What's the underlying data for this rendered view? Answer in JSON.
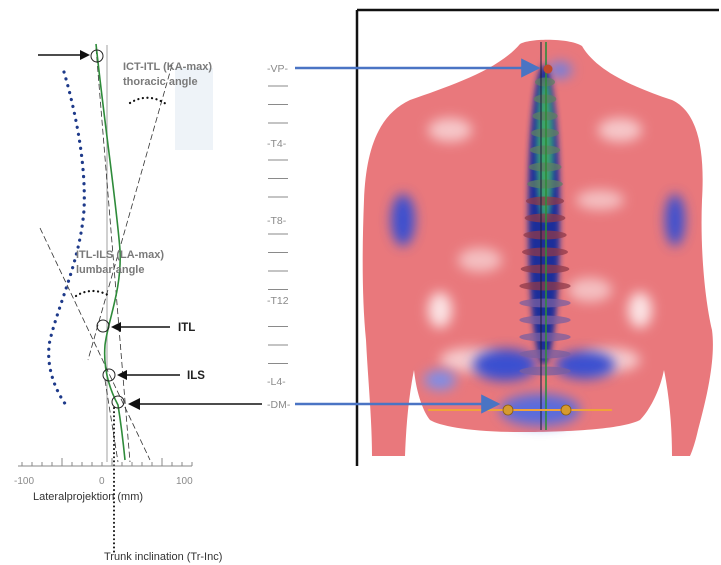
{
  "colors": {
    "curve_green": "#2e8b3a",
    "dot_blue": "#1e3a8a",
    "arrow_blue": "#4a74c4",
    "heat_red": "#e8767a",
    "heat_blue": "#2a3fbf",
    "label_gray": "#7a7a7a"
  },
  "profile": {
    "labels": {
      "thoracic_line1": "ICT-ITL (KA-max)",
      "thoracic_line2": "thoracic angle",
      "lumbar_line1": "ITL-ILS (LA-max)",
      "lumbar_line2": "lumbar angle",
      "itl": "ITL",
      "ils": "ILS",
      "trunk_inclination": "Trunk inclination (Tr-Inc)"
    },
    "axis": {
      "ticks": [
        "-100",
        "0",
        "100"
      ],
      "title": "Lateralprojektion (mm)"
    }
  },
  "vertebra_scale": {
    "labels": [
      "-VP-",
      "-T4-",
      "-T8-",
      "-T12",
      "-L4-",
      "-DM-"
    ]
  },
  "back_image": {
    "icons": [
      "spine-model-icon",
      "pelvis-markers-icon"
    ]
  }
}
